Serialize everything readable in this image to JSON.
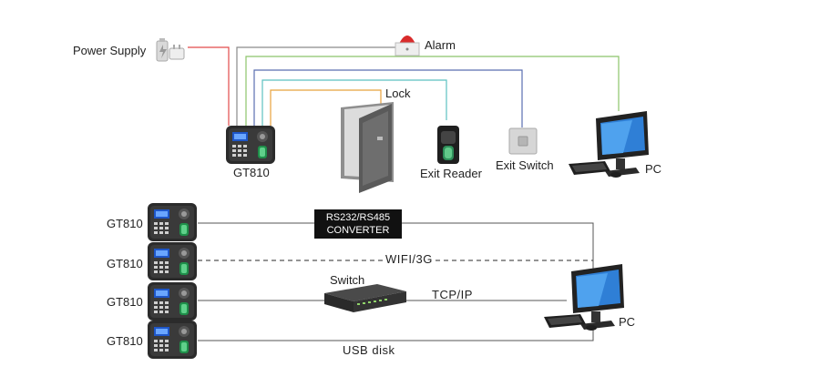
{
  "top_section": {
    "power_supply_label": "Power Supply",
    "alarm_label": "Alarm",
    "lock_label": "Lock",
    "device_label": "GT810",
    "exit_reader_label": "Exit Reader",
    "exit_switch_label": "Exit Switch",
    "pc_label": "PC"
  },
  "bottom_section": {
    "devices": [
      {
        "label": "GT810"
      },
      {
        "label": "GT810"
      },
      {
        "label": "GT810"
      },
      {
        "label": "GT810"
      }
    ],
    "converter_line1": "RS232/RS485",
    "converter_line2": "CONVERTER",
    "wifi_label": "WIFI/3G",
    "switch_label": "Switch",
    "tcpip_label": "TCP/IP",
    "usb_label": "USB disk",
    "pc_label": "PC"
  },
  "colors": {
    "power": "#e24b4b",
    "alarm": "#8a8a8a",
    "pc": "#8cc46a",
    "exit_switch": "#5a6fb0",
    "exit_reader": "#5cc0c0",
    "lock": "#e8a23c",
    "bottom_lines": "#555555"
  },
  "icons": {
    "power": "battery-plug-icon",
    "alarm": "siren-icon",
    "door": "door-icon",
    "reader": "fingerprint-reader-icon",
    "switch": "button-switch-icon",
    "pc": "monitor-icon",
    "network_switch": "network-switch-icon",
    "terminal": "fingerprint-terminal-icon"
  }
}
